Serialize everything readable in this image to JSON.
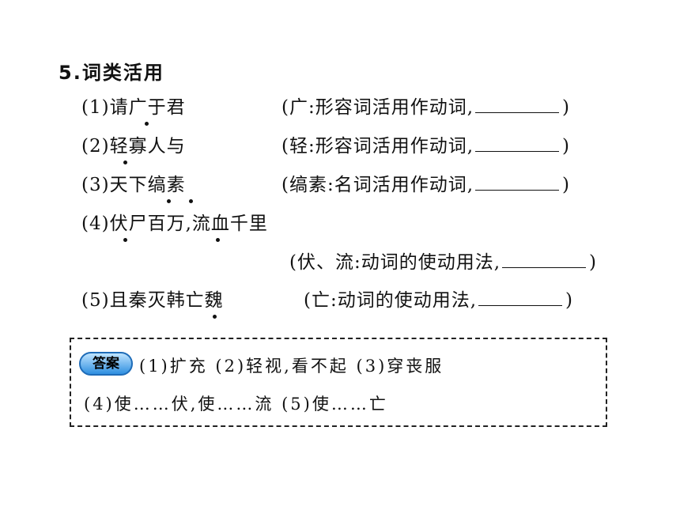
{
  "section_title": "5.词类活用",
  "items": [
    {
      "sentence": "(1)请广于君",
      "note": "(广:形容词活用作动词,",
      "close": ")"
    },
    {
      "sentence": "(2)轻寡人与",
      "note": "(轻:形容词活用作动词,",
      "close": ")"
    },
    {
      "sentence": "(3)天下缟素",
      "note": "(缟素:名词活用作动词,",
      "close": ")"
    },
    {
      "sentence": "(4)伏尸百万,流血千里",
      "note": "(伏、流:动词的使动用法,",
      "close": ")"
    },
    {
      "sentence": "(5)且秦灭韩亡魏",
      "note": "(亡:动词的使动用法,",
      "close": ")"
    }
  ],
  "answer": {
    "badge": "答案",
    "line1": "(1)扩充 (2)轻视,看不起 (3)穿丧服",
    "line2": "(4)使……伏,使……流 (5)使……亡"
  }
}
